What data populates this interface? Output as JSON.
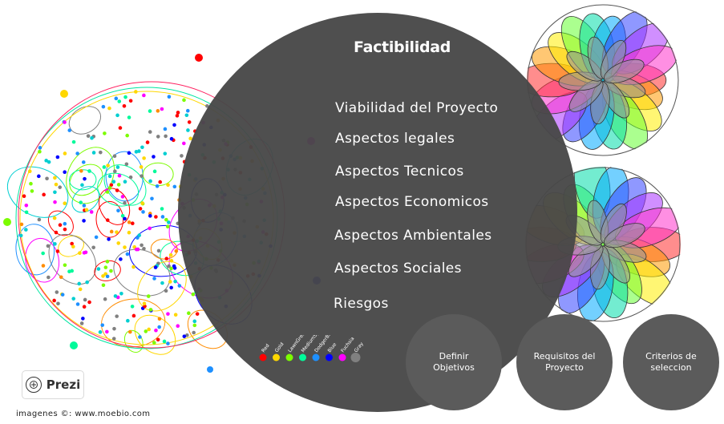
{
  "main": {
    "title": "Factibilidad",
    "items": [
      "Viabilidad del Proyecto",
      "Aspectos legales",
      "Aspectos Tecnicos",
      "Aspectos Economicos",
      "Aspectos Ambientales",
      "Aspectos Sociales",
      "Riesgos"
    ]
  },
  "nodes": [
    {
      "label": "Definir Objetivos"
    },
    {
      "label": "Requisitos del Proyecto"
    },
    {
      "label": "Criterios de seleccion"
    }
  ],
  "legend": [
    {
      "name": "Red",
      "color": "#ff0000"
    },
    {
      "name": "Gold",
      "color": "#ffd700"
    },
    {
      "name": "LawnGreen",
      "color": "#7cfc00"
    },
    {
      "name": "MediumSpringGreen",
      "color": "#00fa9a"
    },
    {
      "name": "DodgerBlue",
      "color": "#1e90ff"
    },
    {
      "name": "Blue",
      "color": "#0000ff"
    },
    {
      "name": "Fuchsia",
      "color": "#ff00ff"
    },
    {
      "name": "Gray",
      "color": "#808080"
    }
  ],
  "prezi": {
    "label": "Prezi",
    "icon": "prezi-logo-icon"
  },
  "credit": "imagenes ©: www.moebio.com"
}
